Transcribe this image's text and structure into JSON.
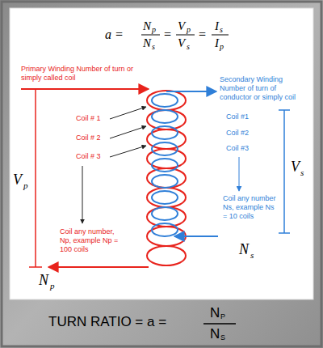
{
  "diagram": {
    "labels": [
      "a =",
      "N",
      "p",
      "N",
      "s",
      "=",
      "V",
      "p",
      "V",
      "s",
      "=",
      "I",
      "s",
      "I",
      "p",
      "Primary Winding Number of turn or simply called coil",
      "Coil # 1",
      "Coil # 2",
      "Coil # 3",
      "Coil any number, Np, example Np = 100 coils",
      "V",
      "p",
      "N",
      "p",
      "Secondary Winding Number of turn of conductor or simply coil",
      "Coil #1",
      "Coil #2",
      "Coil #3",
      "Coil any number Ns, example Ns = 10 coils",
      "V",
      "s",
      "N",
      "s",
      "TURN RATIO = a =",
      "N",
      "P",
      "N",
      "S"
    ]
  }
}
